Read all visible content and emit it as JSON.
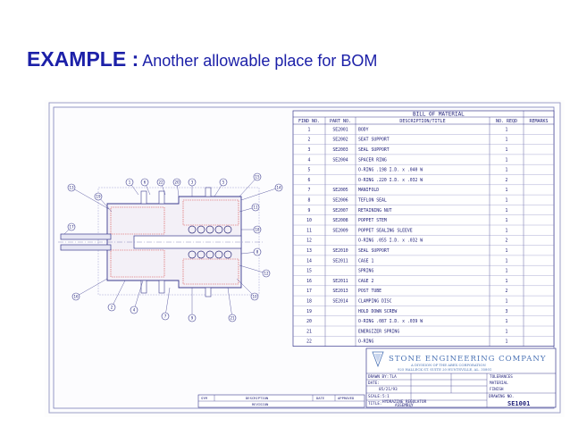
{
  "slide": {
    "title_strong": "EXAMPLE :",
    "title_rest": " Another allowable place for BOM"
  },
  "bom": {
    "title": "BILL OF MATERIAL",
    "headers": [
      "FIND NO.",
      "PART NO.",
      "DESCRIPTION/TITLE",
      "NO. REQD",
      "REMARKS"
    ],
    "rows": [
      [
        "1",
        "SE2001",
        "BODY",
        "1",
        ""
      ],
      [
        "2",
        "SE2002",
        "SEAT SUPPORT",
        "1",
        ""
      ],
      [
        "3",
        "SE2003",
        "SEAL SUPPORT",
        "1",
        ""
      ],
      [
        "4",
        "SE2004",
        "SPACER RING",
        "1",
        ""
      ],
      [
        "5",
        "",
        "O-RING .198 I.D. x .040 W",
        "1",
        ""
      ],
      [
        "6",
        "",
        "O-RING .220 I.D. x .032 W",
        "2",
        ""
      ],
      [
        "7",
        "SE2005",
        "MANIFOLD",
        "1",
        ""
      ],
      [
        "8",
        "SE2006",
        "TEFLON SEAL",
        "1",
        ""
      ],
      [
        "9",
        "SE2007",
        "RETAINING NUT",
        "1",
        ""
      ],
      [
        "10",
        "SE2008",
        "POPPET STEM",
        "1",
        ""
      ],
      [
        "11",
        "SE2009",
        "POPPET SEALING SLEEVE",
        "1",
        ""
      ],
      [
        "12",
        "",
        "O-RING .055 I.D. x .032 W",
        "2",
        ""
      ],
      [
        "13",
        "SE2010",
        "SEAL SUPPORT",
        "1",
        ""
      ],
      [
        "14",
        "SE2011",
        "CAGE 1",
        "1",
        ""
      ],
      [
        "15",
        "",
        "SPRING",
        "1",
        ""
      ],
      [
        "16",
        "SE2011",
        "CAGE 2",
        "1",
        ""
      ],
      [
        "17",
        "SE2013",
        "POST TUBE",
        "2",
        ""
      ],
      [
        "18",
        "SE2014",
        "CLAMPING DISC",
        "1",
        ""
      ],
      [
        "19",
        "",
        "HOLD DOWN SCREW",
        "3",
        ""
      ],
      [
        "20",
        "",
        "O-RING .087 I.D. x .039 W",
        "1",
        ""
      ],
      [
        "21",
        "",
        "ENERGIZER SPRING",
        "1",
        ""
      ],
      [
        "22",
        "",
        "O-RING",
        "1",
        ""
      ]
    ]
  },
  "title_block": {
    "company": "STONE ENGINEERING COMPANY",
    "company_sub1": "A DIVISION OF THE ABEX CORPORATION",
    "company_sub2": "925 HALLECK ST. SUITE 20 HUNTSVILLE, AL. 35801",
    "drawn_by_label": "DRAWN BY:",
    "drawn_by": "TLA",
    "date_label": "DATE:",
    "date": "05/21/93",
    "scale_label": "SCALE:",
    "scale": "5:1",
    "title_label": "TITLE:",
    "title_line1": "HYDRAZINE REGULATOR",
    "title_line2": "ASSEMBLY",
    "drawing_no_label": "DRAWING NO.",
    "drawing_no": "SE1001",
    "tolerance_label": "TOLERANCES",
    "material_label": "MATERIAL",
    "finish_label": "FINISH"
  },
  "revision_block": {
    "headers": [
      "SYM",
      "DESCRIPTION",
      "DATE",
      "APPROVED"
    ],
    "caption": "REVISION"
  },
  "balloons": [
    "15",
    "1",
    "6",
    "22",
    "20",
    "3",
    "14",
    "13",
    "17",
    "16",
    "2",
    "4",
    "7",
    "9",
    "21",
    "10",
    "12",
    "8",
    "18",
    "11",
    "5",
    "19"
  ]
}
